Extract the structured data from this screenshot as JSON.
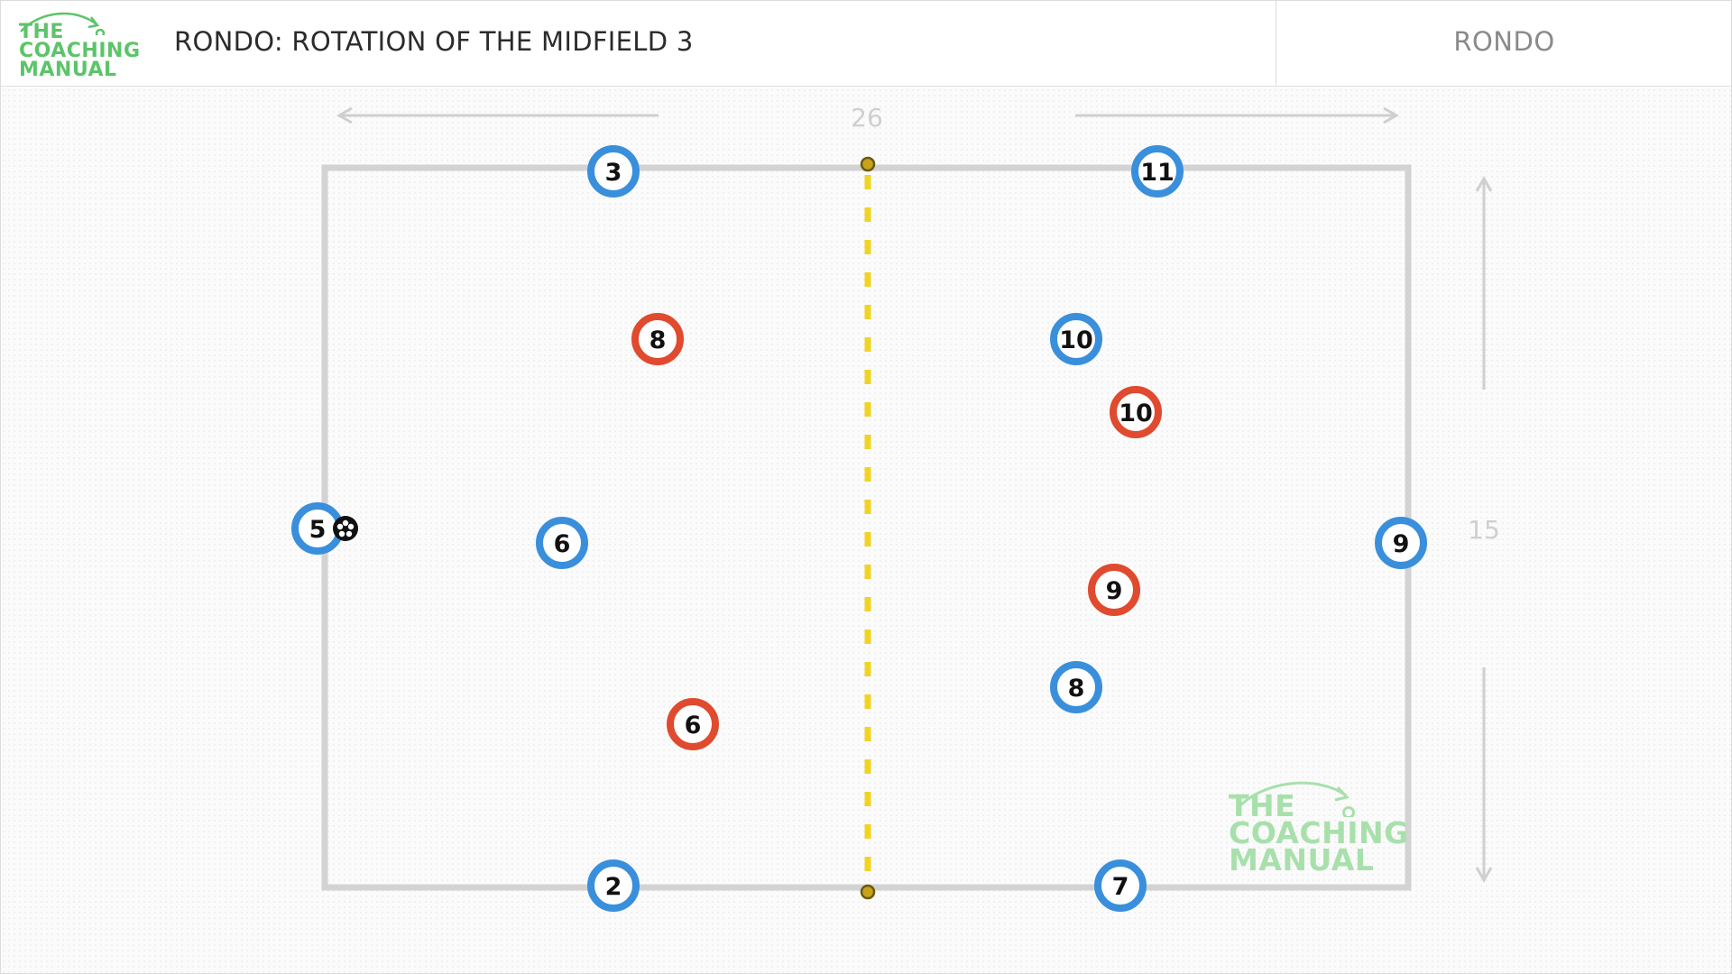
{
  "header": {
    "logo_lines": [
      "THE",
      "COACHING",
      "MANUAL"
    ],
    "title": "RONDO: ROTATION OF THE MIDFIELD 3",
    "category": "RONDO"
  },
  "dimensions": {
    "width_label": "26",
    "height_label": "15"
  },
  "colors": {
    "blue_team": "#3a8fdc",
    "red_team": "#e04a2f",
    "pitch_line": "#d3d3d3",
    "halfway_line": "#f2d322",
    "logo_green": "#5cc469"
  },
  "players": [
    {
      "team": "blue",
      "number": "3"
    },
    {
      "team": "blue",
      "number": "11"
    },
    {
      "team": "blue",
      "number": "5",
      "has_ball": true
    },
    {
      "team": "blue",
      "number": "6"
    },
    {
      "team": "blue",
      "number": "10"
    },
    {
      "team": "blue",
      "number": "9"
    },
    {
      "team": "blue",
      "number": "8"
    },
    {
      "team": "blue",
      "number": "2"
    },
    {
      "team": "blue",
      "number": "7"
    },
    {
      "team": "red",
      "number": "8"
    },
    {
      "team": "red",
      "number": "10"
    },
    {
      "team": "red",
      "number": "9"
    },
    {
      "team": "red",
      "number": "6"
    }
  ],
  "watermark": {
    "lines": [
      "THE",
      "COACHING",
      "MANUAL"
    ]
  }
}
